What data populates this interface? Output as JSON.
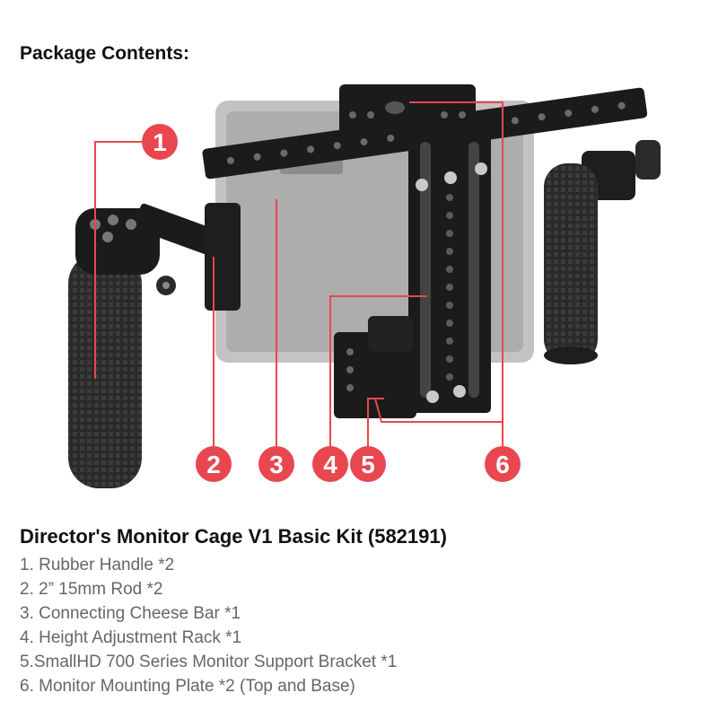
{
  "heading": "Package Contents:",
  "kit_title": "Director's Monitor Cage V1 Basic Kit (582191)",
  "items": [
    "1. Rubber Handle *2",
    "2. 2” 15mm Rod *2",
    "3. Connecting Cheese Bar *1",
    "4. Height Adjustment Rack *1",
    "5.SmallHD 700 Series Monitor Support Bracket *1",
    "6. Monitor Mounting Plate *2 (Top and Base)"
  ],
  "callouts": [
    "1",
    "2",
    "3",
    "4",
    "5",
    "6"
  ],
  "colors": {
    "callout": "#e8474f",
    "metal": "#1b1b1b",
    "monitor": "#9a9a9a"
  }
}
